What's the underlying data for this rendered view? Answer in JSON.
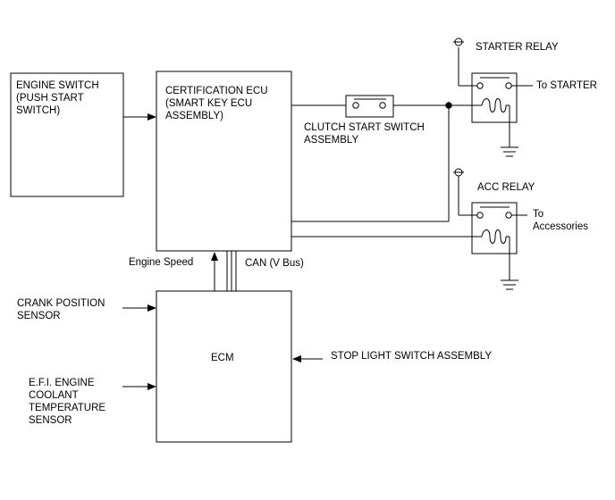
{
  "blocks": {
    "engine_switch": "ENGINE SWITCH\n(PUSH START\nSWITCH)",
    "certification_ecu": "CERTIFICATION ECU\n(SMART KEY ECU\nASSEMBLY)",
    "ecm": "ECM"
  },
  "labels": {
    "clutch_switch": "CLUTCH START SWITCH\nASSEMBLY",
    "starter_relay": "STARTER RELAY",
    "to_starter": "To STARTER",
    "acc_relay": "ACC RELAY",
    "to_accessories": "To\nAccessories",
    "engine_speed": "Engine Speed",
    "can_bus": "CAN (V Bus)",
    "crank_sensor": "CRANK POSITION\nSENSOR",
    "coolant_sensor": "E.F.I. ENGINE\nCOOLANT\nTEMPERATURE\nSENSOR",
    "stop_light_switch": "STOP LIGHT SWITCH ASSEMBLY"
  }
}
